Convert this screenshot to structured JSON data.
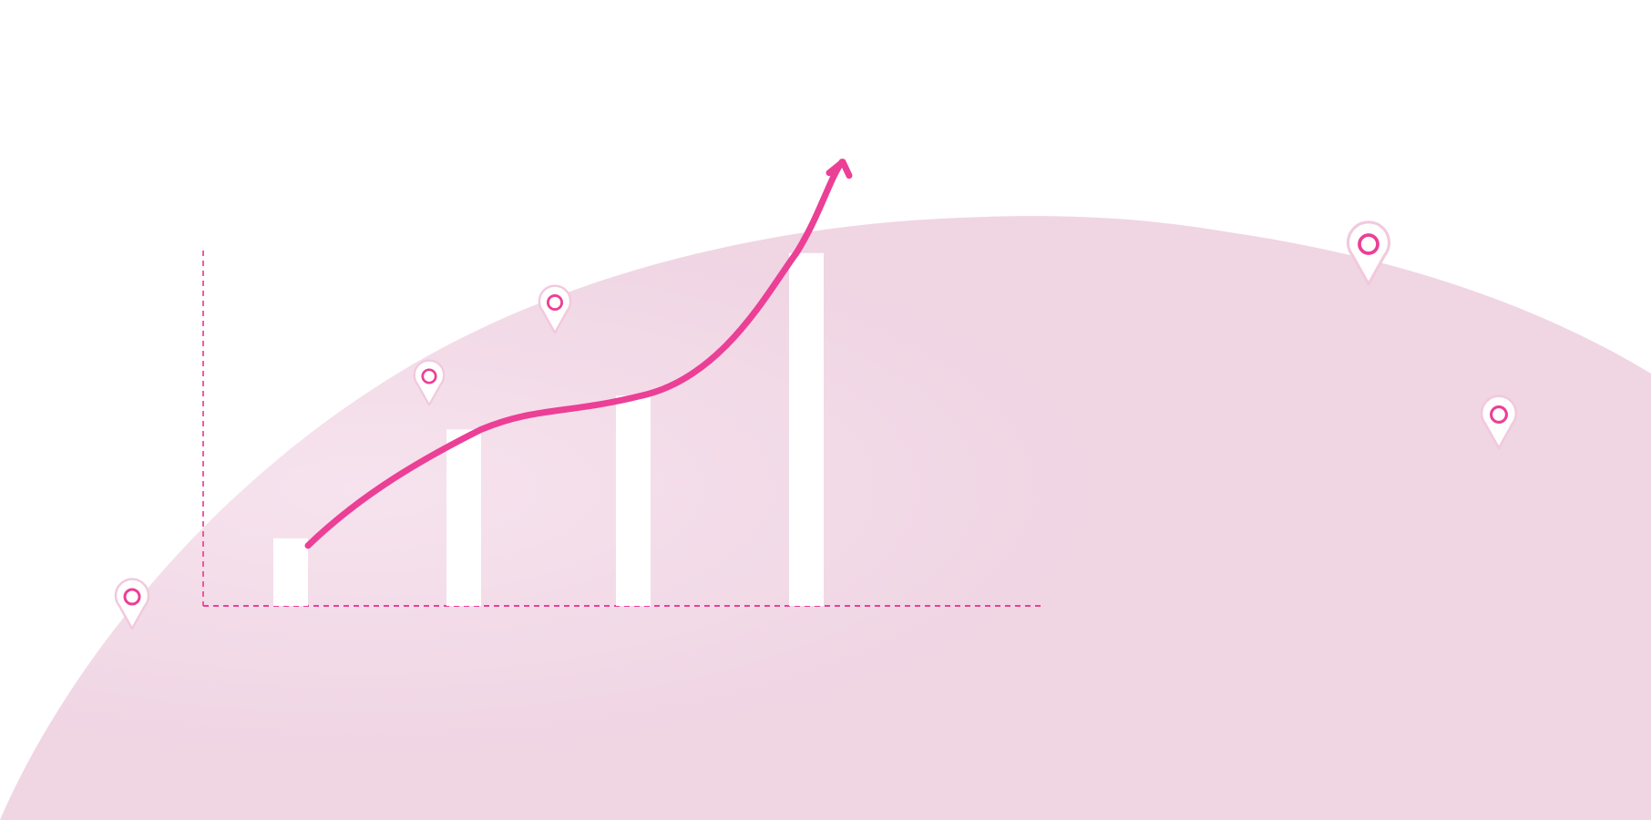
{
  "colors": {
    "background": "#ffffff",
    "hill": "#f0d5e3",
    "hill_highlight": "#f6e3ee",
    "accent": "#ec3f96",
    "bar_fill": "#ffffff",
    "pin_fill": "#ffffff",
    "pin_outline": "#f1c9dd"
  },
  "chart_data": {
    "type": "bar",
    "categories": [
      "",
      "",
      "",
      ""
    ],
    "values": [
      18,
      47,
      56,
      94
    ],
    "ylim": [
      0,
      100
    ],
    "trend_line": true,
    "trend_arrow": true,
    "grid": false
  },
  "icons": [
    "location-pin-icon",
    "trend-arrow-icon"
  ]
}
